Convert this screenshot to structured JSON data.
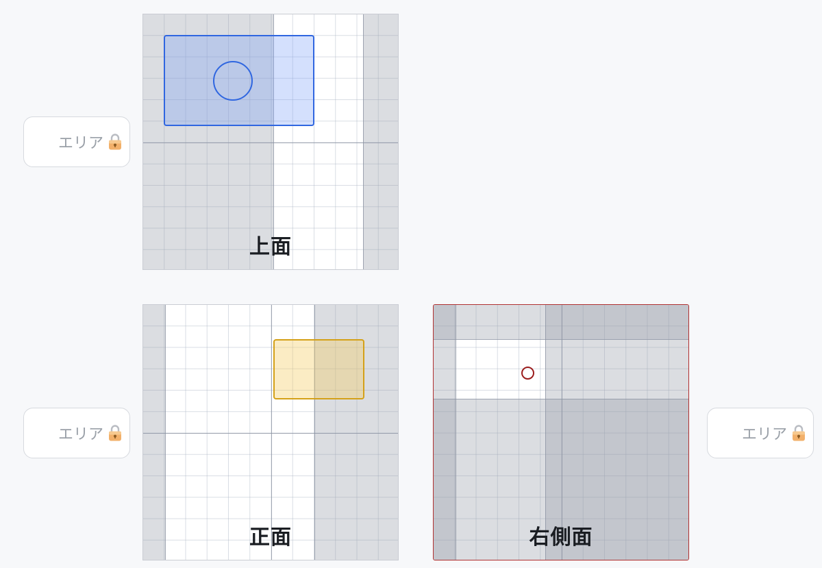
{
  "views": {
    "top": {
      "label": "上面"
    },
    "front": {
      "label": "正面"
    },
    "right": {
      "label": "右側面"
    }
  },
  "lock_tags": [
    {
      "text": "エリア",
      "icon": "lock-icon"
    },
    {
      "text": "エリア",
      "icon": "lock-icon"
    },
    {
      "text": "エリア",
      "icon": "lock-icon"
    }
  ],
  "colors": {
    "top_selection": "#2563eb",
    "front_selection": "#d4a017",
    "right_selection": "#b02a2a",
    "shade": "#9aa0ab"
  }
}
